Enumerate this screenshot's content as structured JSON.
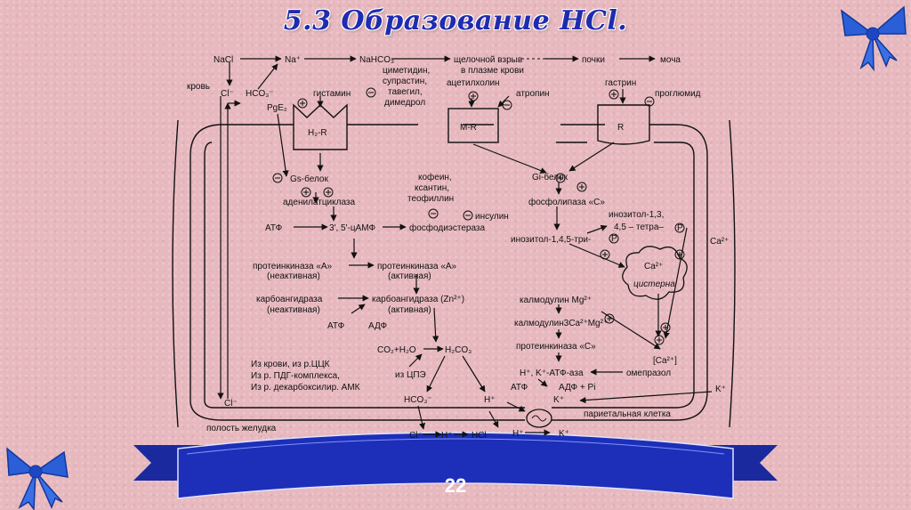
{
  "slide": {
    "title": "5.3 Образование HCl.",
    "page_number": "22"
  },
  "diagram": {
    "top_row": {
      "nacl": "NaCl",
      "na_plus": "Na⁺",
      "nahco3": "NaHCO₃",
      "alkaline": "щелочной взрыв",
      "in_plasma": "в плазме крови",
      "kidneys": "почки",
      "urine": "моча",
      "blood": "кровь",
      "cl_minus": "Cl⁻",
      "hco3_minus": "HCO₃⁻",
      "pge2": "PgE₂"
    },
    "drugs": {
      "l1": "циметидин,",
      "l2": "супрастин,",
      "l3": "тавегил,",
      "l4": "димедрол"
    },
    "ligands": {
      "histamine": "гистамин",
      "acetylcholine": "ацетилхолин",
      "atropine": "атропин",
      "gastrin": "гастрин",
      "proglumide": "проглюмид"
    },
    "receptors": {
      "h2r": "H₂-R",
      "mr": "M-R",
      "r": "R"
    },
    "left_path": {
      "gs": "Gs-белок",
      "adenylate": "аденилатциклаза",
      "atp": "АТФ",
      "camp": "3', 5'-цАМФ",
      "caffeine": "кофеин,",
      "xanthine": "ксантин,",
      "theophylline": "теофиллин",
      "insulin": "инсулин",
      "pde": "фосфодиэстераза",
      "pka_in": "протеинкиназа «А»",
      "pka_in_note": "(неактивная)",
      "pka_act": "протеинкиназа «А»",
      "pka_act_note": "(активная)",
      "ca_in": "карбоангидраза",
      "ca_in_note": "(неактивная)",
      "ca_act": "карбоангидраза (Zn²⁺)",
      "ca_act_note": "(активная)",
      "atp2": "АТФ",
      "adp": "АДФ",
      "co2": "CO₂+H₂O",
      "h2co3": "H₂CO₃",
      "src1": "Из крови, из р.ЦЦК",
      "src2": "Из р. ПДГ-комплекса,",
      "src3": "Из р. декарбоксилир. АМК",
      "from_ppe": "из ЦПЭ",
      "hco3": "HCO₃⁻",
      "h_plus": "H⁺"
    },
    "right_path": {
      "gi": "Gi-белок",
      "plc": "фосфолипаза «С»",
      "ip2": "инозитол-1,3,",
      "ip2b": "4,5 – тетра–",
      "ip3": "инозитол-1,4,5-три-",
      "p": "P",
      "ca_cistern": "Ca²⁺",
      "cistern": "цистерна",
      "ca_ext": "Ca²⁺",
      "calmodulin": "калмодулин Mg²⁺",
      "calmodulin3": "калмодулин3Ca²⁺Mg²⁺",
      "pkc": "протеинкиназа «С»",
      "atpase": "H⁺, K⁺-АТФ-аза",
      "ca_bracket": "[Ca²⁺]",
      "omeprazole": "омепразол",
      "atp3": "АТФ",
      "adp_pi": "АДФ + Pi",
      "k_plus": "K⁺",
      "k_plus_ext": "K⁺",
      "cell": "париетальная клетка"
    },
    "bottom": {
      "cl": "Cl⁻",
      "lumen": "полость желудка",
      "cl2": "Cl⁻",
      "h": "H⁺",
      "hcl": "HCl",
      "h2": "H⁺",
      "k": "K⁺"
    }
  },
  "colors": {
    "background": "#e7b9bf",
    "title": "#1f2bb0",
    "ribbon": "#1d2fb8",
    "bow": "#2a5fd8"
  }
}
